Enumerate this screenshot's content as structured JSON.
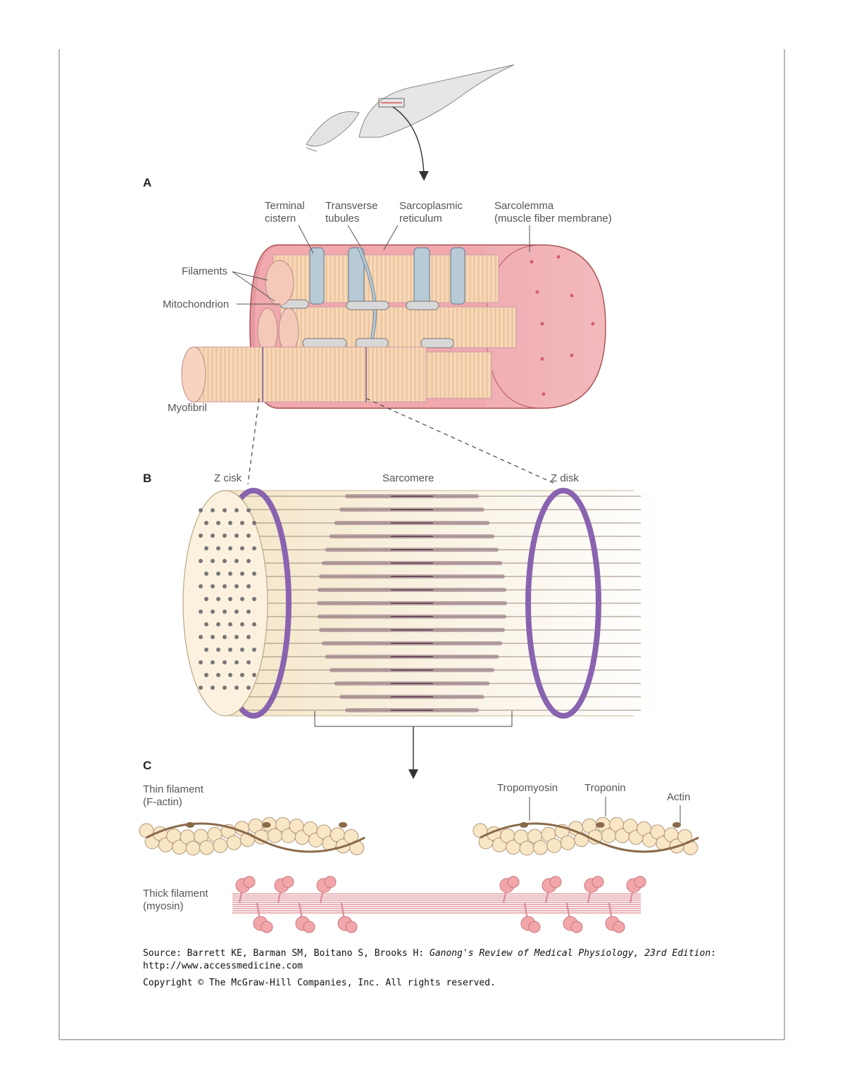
{
  "figure": {
    "panels": {
      "a": "A",
      "b": "B",
      "c": "C"
    },
    "panel_a": {
      "terminal_cistern": [
        "Terminal",
        "cistern"
      ],
      "transverse_tubules": [
        "Transverse",
        "tubules"
      ],
      "sarcoplasmic_reticulum": [
        "Sarcoplasmic",
        "reticulum"
      ],
      "sarcolemma": [
        "Sarcolemma",
        "(muscle fiber membrane)"
      ],
      "filaments": "Filaments",
      "mitochondrion": "Mitochondrion",
      "myofibril": "Myofibril"
    },
    "panel_b": {
      "z_disk_left": "Z cisk",
      "sarcomere": "Sarcomere",
      "z_disk_right": "Z disk"
    },
    "panel_c": {
      "thin_filament": [
        "Thin filament",
        "(F-actin)"
      ],
      "tropomyosin": "Tropomyosin",
      "troponin": "Troponin",
      "actin": "Actin",
      "thick_filament": [
        "Thick filament",
        "(myosin)"
      ]
    },
    "colors": {
      "muscle_pink": "#e8a0a8",
      "myofibril_tan": "#f5dcc0",
      "tubule_blue": "#a9c0cf",
      "z_disk_purple": "#8a63b0",
      "myosin_pink": "#f2a6aa",
      "actin_cream": "#f8e6c4"
    }
  },
  "caption": {
    "source_prefix": "Source: Barrett KE, Barman SM, Boitano S, Brooks H: ",
    "source_title": "Ganong's Review of Medical Physiology, 23rd Edition",
    "source_suffix": ": http://www.accessmedicine.com",
    "copyright": "Copyright © The McGraw-Hill Companies, Inc. All rights reserved."
  }
}
